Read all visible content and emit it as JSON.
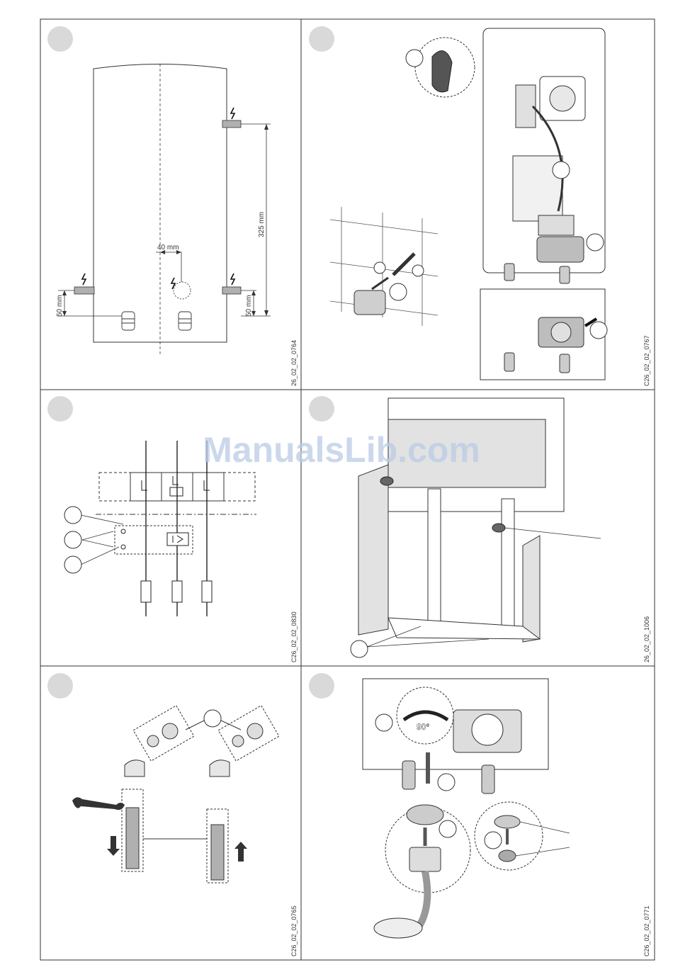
{
  "watermark": "ManualsLib.com",
  "panels": {
    "p1": {
      "code": "26_02_02_0764",
      "dim_height": "325 mm",
      "dim_offset": "40 mm",
      "dim_left": "50 mm",
      "dim_right": "50 mm"
    },
    "p2": {
      "code": "C26_02_02_0767"
    },
    "p3": {
      "code": "C26_02_02_0830"
    },
    "p4": {
      "code": "26_02_02_1006"
    },
    "p5": {
      "code": "C26_02_02_0765"
    },
    "p6": {
      "code": "C26_02_02_0771",
      "rotation_label": "90°"
    }
  },
  "colors": {
    "frame": "#333333",
    "badge": "#d9d9d9",
    "pipe": "#b0b0b0",
    "shade": "#e2e2e2",
    "watermark": "#b9cbe6"
  }
}
